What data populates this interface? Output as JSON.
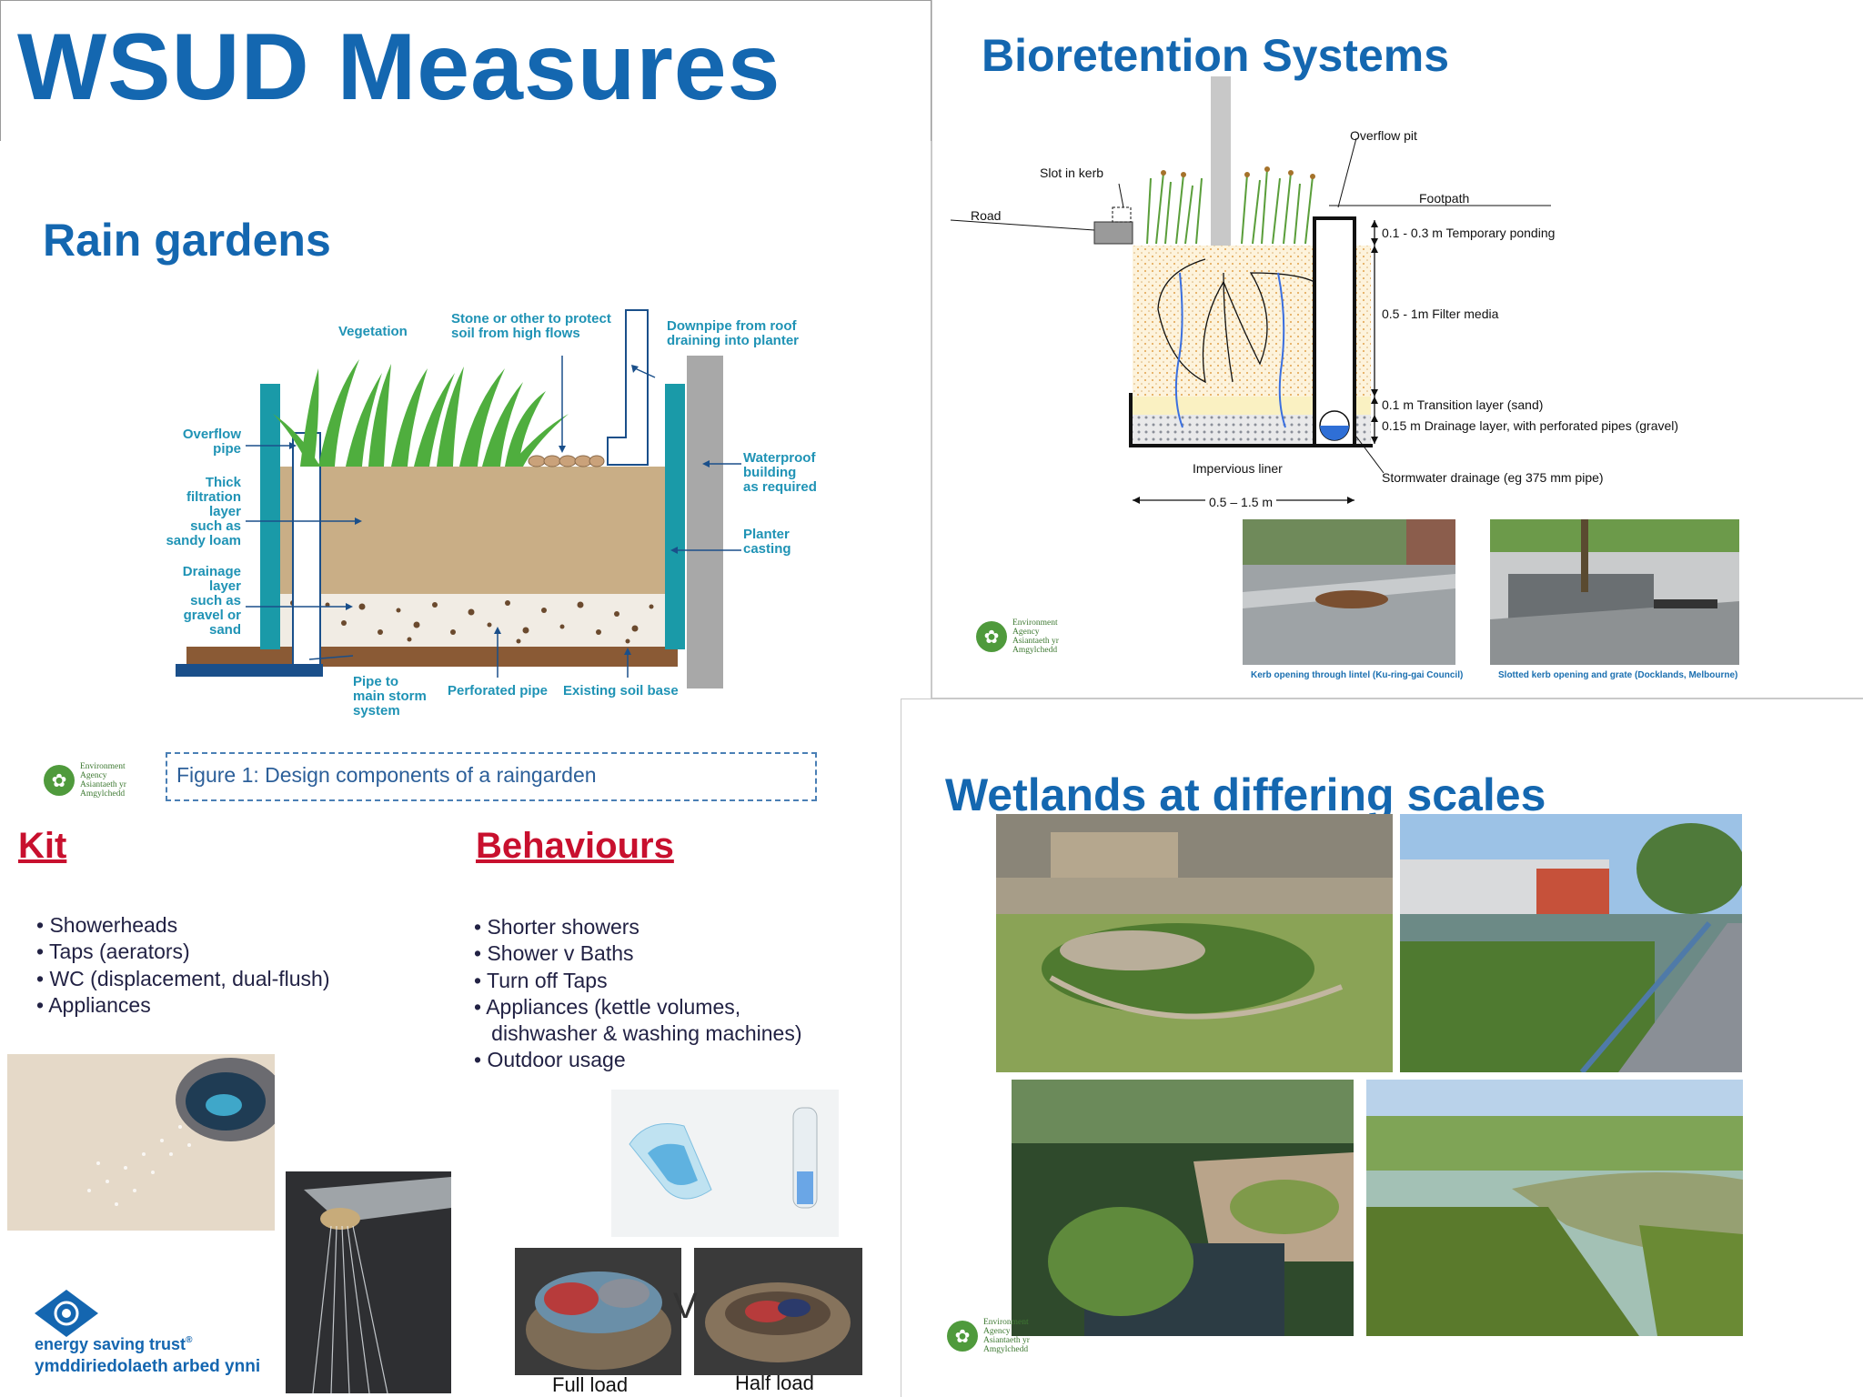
{
  "main_title": "WSUD Measures",
  "rain_gardens": {
    "title": "Rain gardens",
    "labels": {
      "vegetation": "Vegetation",
      "stone": "Stone or other to protect\nsoil from high flows",
      "downpipe": "Downpipe from roof\ndraining into planter",
      "overflow": "Overflow\npipe",
      "filtration": "Thick\nfiltration\nlayer\nsuch as\nsandy loam",
      "drainage": "Drainage\nlayer\nsuch as\ngravel or\nsand",
      "waterproof": "Waterproof\nbuilding\nas required",
      "planter": "Planter\ncasting",
      "pipe_storm": "Pipe to\nmain storm\nsystem",
      "perforated": "Perforated pipe",
      "soil_base": "Existing soil base"
    },
    "caption": "Figure 1: Design components of a raingarden",
    "logo_text": "Environment\nAgency\nAsiantaeth yr\nAmgylchedd"
  },
  "bioretention": {
    "title": "Bioretention Systems",
    "labels": {
      "overflow_pit": "Overflow pit",
      "slot_kerb": "Slot in kerb",
      "footpath": "Footpath",
      "road": "Road",
      "ponding": "0.1 - 0.3 m Temporary ponding",
      "filter": "0.5 - 1m Filter media",
      "transition": "0.1 m Transition layer (sand)",
      "drainage_layer": "0.15 m Drainage layer, with perforated pipes (gravel)",
      "liner": "Impervious liner",
      "stormwater": "Stormwater drainage (eg 375 mm pipe)",
      "width": "0.5 – 1.5 m"
    },
    "photo_captions": [
      "Kerb opening through lintel (Ku-ring-gai Council)",
      "Slotted kerb opening and grate (Docklands, Melbourne)"
    ],
    "logo_text": "Environment\nAgency\nAsiantaeth yr\nAmgylchedd"
  },
  "kit": {
    "title": "Kit",
    "items": [
      "Showerheads",
      "Taps (aerators)",
      "WC (displacement, dual-flush)",
      "Appliances"
    ]
  },
  "behaviours": {
    "title": "Behaviours",
    "items": [
      "Shorter showers",
      "Shower v Baths",
      "Turn off Taps",
      "Appliances (kettle volumes,"
    ],
    "continuation": "dishwasher & washing machines)",
    "last_item": "Outdoor usage",
    "vs": "V",
    "full_load": "Full load",
    "half_load": "Half load"
  },
  "energy_saving_trust": {
    "name": "energy saving trust",
    "reg": "®",
    "welsh": "ymddiriedolaeth arbed ynni"
  },
  "wetlands": {
    "title": "Wetlands at differing scales",
    "logo_text": "Environment\nAgency\nAsiantaeth yr\nAmgylchedd"
  }
}
